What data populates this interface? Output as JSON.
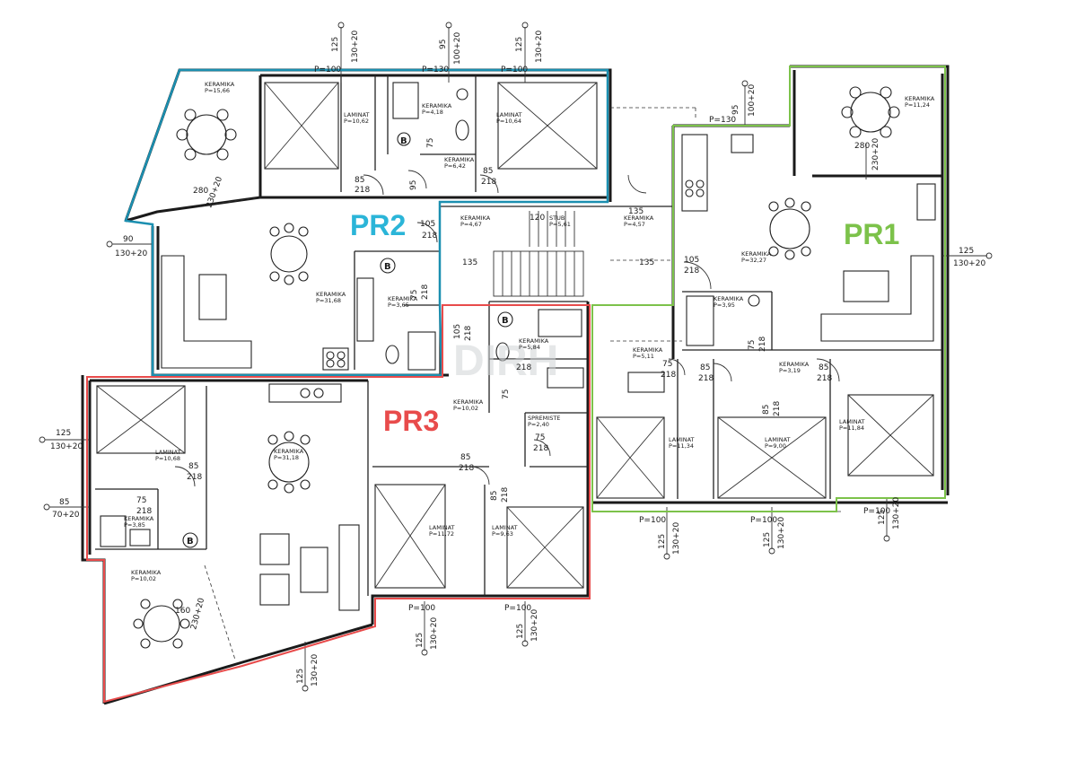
{
  "units": [
    {
      "id": "PR1",
      "label": "PR1",
      "color": "#7cc24a"
    },
    {
      "id": "PR2",
      "label": "PR2",
      "color": "#2bb5d8"
    },
    {
      "id": "PR3",
      "label": "PR3",
      "color": "#e84b4b"
    }
  ],
  "rooms": {
    "pr2_terrace": {
      "name": "KERAMIKA",
      "area": "P=15,66"
    },
    "pr2_bed1": {
      "name": "LAMINAT",
      "area": "P=10,62"
    },
    "pr2_bath": {
      "name": "KERAMIKA",
      "area": "P=4,18"
    },
    "pr2_bed2": {
      "name": "LAMINAT",
      "area": "P=10,64"
    },
    "pr2_hall": {
      "name": "KERAMIKA",
      "area": "P=6,42"
    },
    "pr2_living": {
      "name": "KERAMIKA",
      "area": "P=31,68"
    },
    "pr2_bath2": {
      "name": "KERAMIKA",
      "area": "P=3,65"
    },
    "stair_hall": {
      "name": "KERAMIKA",
      "area": "P=4,67"
    },
    "stair": {
      "name": "STUB",
      "area": "P=5,61"
    },
    "pr1_entry": {
      "name": "KERAMIKA",
      "area": "P=4,57"
    },
    "pr1_terrace": {
      "name": "KERAMIKA",
      "area": "P=11,24"
    },
    "pr1_living": {
      "name": "KERAMIKA",
      "area": "P=32,27"
    },
    "pr1_bath": {
      "name": "KERAMIKA",
      "area": "P=3,95"
    },
    "pr1_hall": {
      "name": "KERAMIKA",
      "area": "P=5,11"
    },
    "pr1_bed1": {
      "name": "LAMINAT",
      "area": "P=11,34"
    },
    "pr1_bed2": {
      "name": "LAMINAT",
      "area": "P=9,00"
    },
    "pr1_bed3": {
      "name": "LAMINAT",
      "area": "P=11,84"
    },
    "pr1_wc": {
      "name": "KERAMIKA",
      "area": "P=3,19"
    },
    "pr3_bath": {
      "name": "KERAMIKA",
      "area": "P=5,84"
    },
    "pr3_hall": {
      "name": "KERAMIKA",
      "area": "P=10,02"
    },
    "pr3_storage": {
      "name": "SPREMISTE",
      "area": "P=2,40"
    },
    "pr3_living": {
      "name": "KERAMIKA",
      "area": "P=31,18"
    },
    "pr3_bed1": {
      "name": "LAMINAT",
      "area": "P=10,68"
    },
    "pr3_wc": {
      "name": "KERAMIKA",
      "area": "P=3,85"
    },
    "pr3_terrace": {
      "name": "KERAMIKA",
      "area": "P=10,02"
    },
    "pr3_bed2": {
      "name": "LAMINAT",
      "area": "P=11,72"
    },
    "pr3_bed3": {
      "name": "LAMINAT",
      "area": "P=9,63"
    }
  },
  "dimensions": {
    "d125": "125",
    "d130_20": "130+20",
    "d95": "95",
    "d100_20": "100+20",
    "d90": "90",
    "d85": "85",
    "d70_20": "70+20",
    "d218": "218",
    "d105": "105",
    "d75": "75",
    "d280": "280",
    "d230_20": "230+20",
    "p100": "P=100",
    "p130": "P=130",
    "d135": "135",
    "d120": "120",
    "d160": "160"
  },
  "watermark": "DIRH"
}
